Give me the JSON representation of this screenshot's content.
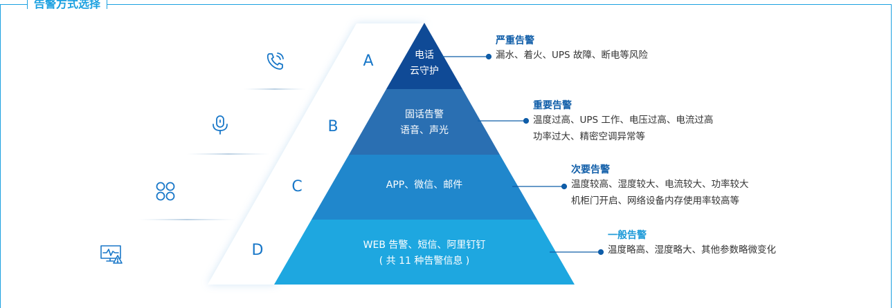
{
  "section": {
    "title": "告警方式选择"
  },
  "tiers": [
    {
      "letter": "A",
      "methods": [
        "电话",
        "云守护"
      ],
      "color": "#0f4a96"
    },
    {
      "letter": "B",
      "methods": [
        "固话告警",
        "语音、声光"
      ],
      "color": "#2a6fb2"
    },
    {
      "letter": "C",
      "methods": [
        "APP、微信、邮件"
      ],
      "color": "#2087cc"
    },
    {
      "letter": "D",
      "methods": [
        "WEB 告警、短信、阿里钉钉",
        "( 共 11 种告警信息 )"
      ],
      "color": "#1ea7e0"
    }
  ],
  "alerts": [
    {
      "title": "严重告警",
      "lines": [
        "漏水、着火、UPS 故障、断电等风险"
      ]
    },
    {
      "title": "重要告警",
      "lines": [
        "温度过高、UPS 工作、电压过高、电流过高",
        "功率过大、精密空调异常等"
      ]
    },
    {
      "title": "次要告警",
      "lines": [
        "温度较高、湿度较大、电流较大、功率较大",
        "机柜门开启、网络设备内存使用率较高等"
      ]
    },
    {
      "title": "一般告警",
      "lines": [
        "温度略高、湿度略大、其他参数略微变化"
      ]
    }
  ],
  "icons": [
    "phone-icon",
    "microphone-icon",
    "app-grid-icon",
    "monitor-alert-icon"
  ]
}
